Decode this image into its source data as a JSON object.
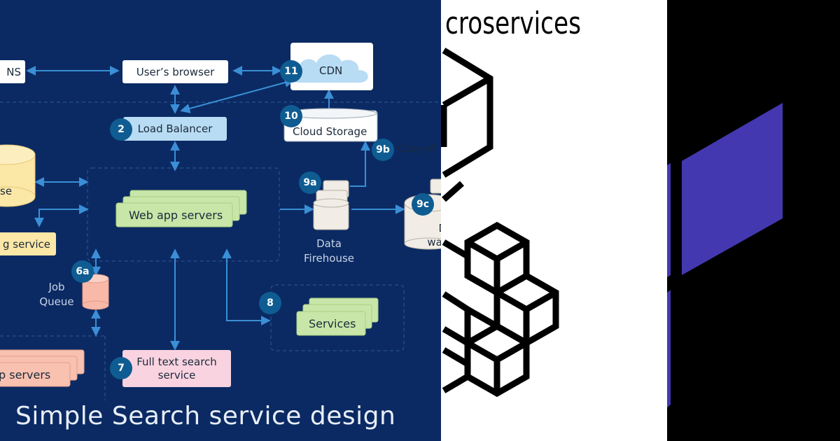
{
  "diagram": {
    "title": "Simple Search service design",
    "nodes": {
      "dns": "NS",
      "browser": "User’s browser",
      "cdn": "CDN",
      "load_balancer": "Load Balancer",
      "cloud_storage": "Cloud Storage",
      "database": "se",
      "logging_service": "g service",
      "web_app_servers": "Web app servers",
      "job_queue_line1": "Job",
      "job_queue_line2": "Queue",
      "data_firehouse_line1": "Data",
      "data_firehouse_line2": "Firehouse",
      "data_warehouse_line1": "D",
      "data_warehouse_line2": "war",
      "services": "Services",
      "full_text_line1": "Full text search",
      "full_text_line2": "service",
      "app_servers": "p servers",
      "copy_of": "Copy of"
    },
    "badges": {
      "b2": "2",
      "b6a": "6a",
      "b7": "7",
      "b8": "8",
      "b9a": "9a",
      "b9b": "9b",
      "b9c": "9c",
      "b10": "10",
      "b11": "11"
    }
  },
  "middle_panel": {
    "title": "croservices"
  },
  "colors": {
    "diagram_bg": "#0b2a63",
    "arrow": "#3a8fd6",
    "green_box": "#c8e6a8",
    "blue_box": "#b8dcf4",
    "yellow_box": "#fbe7a6",
    "pink_box": "#f9d3e0",
    "salmon_box": "#f8c1b0",
    "badge": "#0f5c92",
    "right_panel_accent": "#4438b0"
  }
}
